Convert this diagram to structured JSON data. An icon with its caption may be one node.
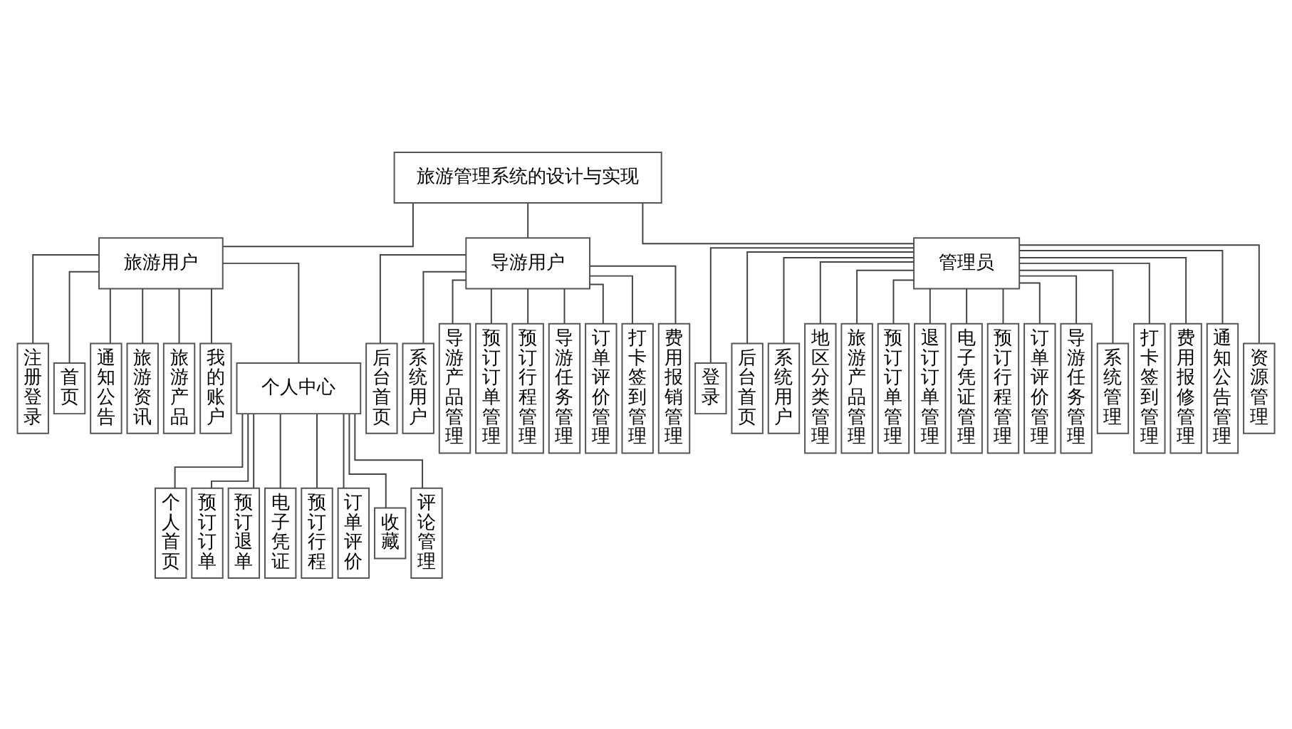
{
  "diagram": {
    "nodes": [
      {
        "text": [
          "旅游管理系统的设计与实现"
        ]
      },
      {
        "text": [
          "旅游用户"
        ]
      },
      {
        "text": [
          "导游用户"
        ]
      },
      {
        "text": [
          "管理员"
        ]
      },
      {
        "text": [
          "注册登录"
        ]
      },
      {
        "text": [
          "首页"
        ]
      },
      {
        "text": [
          "通知公告"
        ]
      },
      {
        "text": [
          "旅游资讯"
        ]
      },
      {
        "text": [
          "旅游产品"
        ]
      },
      {
        "text": [
          "我的账户"
        ]
      },
      {
        "text": [
          "个人中心"
        ]
      },
      {
        "text": [
          "个人首页"
        ]
      },
      {
        "text": [
          "预订订单"
        ]
      },
      {
        "text": [
          "预订退单"
        ]
      },
      {
        "text": [
          "电子凭证"
        ]
      },
      {
        "text": [
          "预订行程"
        ]
      },
      {
        "text": [
          "订单评价"
        ]
      },
      {
        "text": [
          "收藏"
        ]
      },
      {
        "text": [
          "评论管理"
        ]
      },
      {
        "text": [
          "后台首页"
        ]
      },
      {
        "text": [
          "系统用户"
        ]
      },
      {
        "text": [
          "导游产品管理"
        ]
      },
      {
        "text": [
          "预订订单管理"
        ]
      },
      {
        "text": [
          "预订行程管理"
        ]
      },
      {
        "text": [
          "导游任务管理"
        ]
      },
      {
        "text": [
          "订单评价管理"
        ]
      },
      {
        "text": [
          "打卡签到管理"
        ]
      },
      {
        "text": [
          "费用报销管理"
        ]
      },
      {
        "text": [
          "登录"
        ]
      },
      {
        "text": [
          "后台首页"
        ]
      },
      {
        "text": [
          "系统用户"
        ]
      },
      {
        "text": [
          "地区分类管理"
        ]
      },
      {
        "text": [
          "旅游产品管理"
        ]
      },
      {
        "text": [
          "预订订单管理"
        ]
      },
      {
        "text": [
          "退订订单管理"
        ]
      },
      {
        "text": [
          "电子凭证管理"
        ]
      },
      {
        "text": [
          "预订行程管理"
        ]
      },
      {
        "text": [
          "订单评价管理"
        ]
      },
      {
        "text": [
          "导游任务管理"
        ]
      },
      {
        "text": [
          "系统管理"
        ]
      },
      {
        "text": [
          "打卡签到管理"
        ]
      },
      {
        "text": [
          "费用报修管理"
        ]
      },
      {
        "text": [
          "通知公告管理"
        ]
      },
      {
        "text": [
          "资源管理"
        ]
      }
    ],
    "edges": [
      {
        "from": 0,
        "to": 1,
        "arrow": "none"
      },
      {
        "from": 0,
        "to": 2,
        "arrow": "none"
      },
      {
        "from": 0,
        "to": 3,
        "arrow": "none"
      },
      {
        "from": 1,
        "to": 4,
        "arrow": "none"
      },
      {
        "from": 1,
        "to": 5,
        "arrow": "none"
      },
      {
        "from": 1,
        "to": 6,
        "arrow": "none"
      },
      {
        "from": 1,
        "to": 7,
        "arrow": "none"
      },
      {
        "from": 1,
        "to": 8,
        "arrow": "none"
      },
      {
        "from": 1,
        "to": 9,
        "arrow": "none"
      },
      {
        "from": 1,
        "to": 10,
        "arrow": "none"
      },
      {
        "from": 10,
        "to": 11,
        "arrow": "none"
      },
      {
        "from": 10,
        "to": 12,
        "arrow": "none"
      },
      {
        "from": 10,
        "to": 13,
        "arrow": "none"
      },
      {
        "from": 10,
        "to": 14,
        "arrow": "none"
      },
      {
        "from": 10,
        "to": 15,
        "arrow": "none"
      },
      {
        "from": 10,
        "to": 16,
        "arrow": "none"
      },
      {
        "from": 10,
        "to": 17,
        "arrow": "none"
      },
      {
        "from": 10,
        "to": 18,
        "arrow": "none"
      },
      {
        "from": 2,
        "to": 19,
        "arrow": "none"
      },
      {
        "from": 2,
        "to": 20,
        "arrow": "none"
      },
      {
        "from": 2,
        "to": 21,
        "arrow": "none"
      },
      {
        "from": 2,
        "to": 22,
        "arrow": "none"
      },
      {
        "from": 2,
        "to": 23,
        "arrow": "none"
      },
      {
        "from": 2,
        "to": 24,
        "arrow": "none"
      },
      {
        "from": 2,
        "to": 25,
        "arrow": "none"
      },
      {
        "from": 2,
        "to": 26,
        "arrow": "none"
      },
      {
        "from": 2,
        "to": 27,
        "arrow": "none"
      },
      {
        "from": 3,
        "to": 28,
        "arrow": "none"
      },
      {
        "from": 3,
        "to": 29,
        "arrow": "none"
      },
      {
        "from": 3,
        "to": 30,
        "arrow": "none"
      },
      {
        "from": 3,
        "to": 31,
        "arrow": "none"
      },
      {
        "from": 3,
        "to": 32,
        "arrow": "none"
      },
      {
        "from": 3,
        "to": 33,
        "arrow": "none"
      },
      {
        "from": 3,
        "to": 34,
        "arrow": "none"
      },
      {
        "from": 3,
        "to": 35,
        "arrow": "none"
      },
      {
        "from": 3,
        "to": 36,
        "arrow": "none"
      },
      {
        "from": 3,
        "to": 37,
        "arrow": "none"
      },
      {
        "from": 3,
        "to": 38,
        "arrow": "none"
      },
      {
        "from": 3,
        "to": 39,
        "arrow": "none"
      },
      {
        "from": 3,
        "to": 40,
        "arrow": "none"
      },
      {
        "from": 3,
        "to": 41,
        "arrow": "none"
      },
      {
        "from": 3,
        "to": 42,
        "arrow": "none"
      },
      {
        "from": 3,
        "to": 43,
        "arrow": "none"
      }
    ]
  }
}
